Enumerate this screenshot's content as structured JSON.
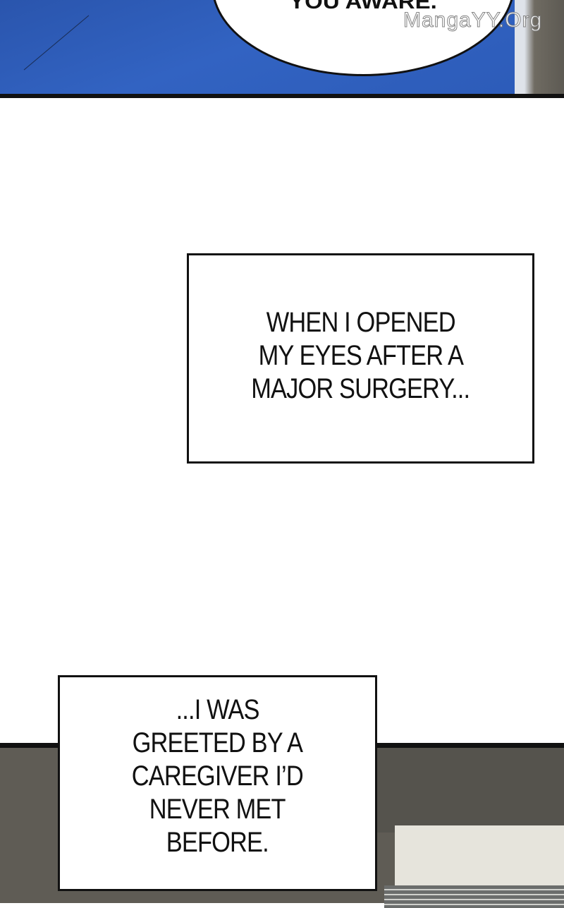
{
  "top_panel": {
    "bubble_text": "YOU AWARE.",
    "watermark": "MangaYY.Org",
    "background_color": "#2f5fbc"
  },
  "captions": [
    {
      "lines": [
        "WHEN I OPENED",
        "MY EYES AFTER A",
        "MAJOR SURGERY..."
      ]
    },
    {
      "lines": [
        "...I WAS",
        "GREETED BY A",
        "CAREGIVER I’D",
        "NEVER MET",
        "BEFORE."
      ]
    }
  ],
  "bottom_panel": {
    "background_color": "#5f5c55"
  }
}
